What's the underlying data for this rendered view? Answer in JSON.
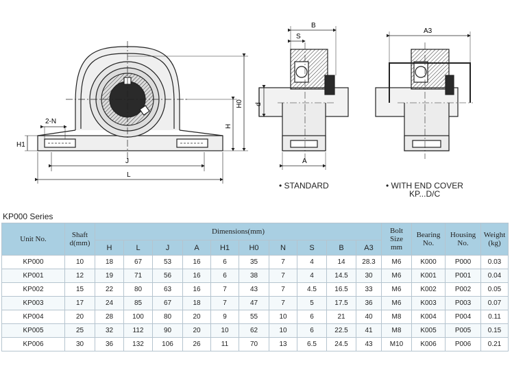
{
  "drawing_labels": {
    "two_n": "2-N",
    "h1": "H1",
    "j": "J",
    "l": "L",
    "h0": "H0",
    "h": "H",
    "b": "B",
    "s": "S",
    "d": "d",
    "a": "A",
    "a3": "A3"
  },
  "captions": {
    "standard": "• STANDARD",
    "with_cover_line1": "• WITH END COVER",
    "with_cover_line2": "KP...D/C"
  },
  "series_title": "KP000 Series",
  "table": {
    "headers": {
      "unit_no": "Unit No.",
      "shaft": "Shaft\nd(mm)",
      "dimensions": "Dimensions(mm)",
      "bolt_size": "Bolt\nSize\nmm",
      "bearing_no": "Bearing\nNo.",
      "housing_no": "Housing\nNo.",
      "weight": "Weight\n(kg)"
    },
    "dim_cols": [
      "H",
      "L",
      "J",
      "A",
      "H1",
      "H0",
      "N",
      "S",
      "B",
      "A3"
    ],
    "rows": [
      [
        "KP000",
        "10",
        "18",
        "67",
        "53",
        "16",
        "6",
        "35",
        "7",
        "4",
        "14",
        "28.3",
        "M6",
        "K000",
        "P000",
        "0.03"
      ],
      [
        "KP001",
        "12",
        "19",
        "71",
        "56",
        "16",
        "6",
        "38",
        "7",
        "4",
        "14.5",
        "30",
        "M6",
        "K001",
        "P001",
        "0.04"
      ],
      [
        "KP002",
        "15",
        "22",
        "80",
        "63",
        "16",
        "7",
        "43",
        "7",
        "4.5",
        "16.5",
        "33",
        "M6",
        "K002",
        "P002",
        "0.05"
      ],
      [
        "KP003",
        "17",
        "24",
        "85",
        "67",
        "18",
        "7",
        "47",
        "7",
        "5",
        "17.5",
        "36",
        "M6",
        "K003",
        "P003",
        "0.07"
      ],
      [
        "KP004",
        "20",
        "28",
        "100",
        "80",
        "20",
        "9",
        "55",
        "10",
        "6",
        "21",
        "40",
        "M8",
        "K004",
        "P004",
        "0.11"
      ],
      [
        "KP005",
        "25",
        "32",
        "112",
        "90",
        "20",
        "10",
        "62",
        "10",
        "6",
        "22.5",
        "41",
        "M8",
        "K005",
        "P005",
        "0.15"
      ],
      [
        "KP006",
        "30",
        "36",
        "132",
        "106",
        "26",
        "11",
        "70",
        "13",
        "6.5",
        "24.5",
        "43",
        "M10",
        "K006",
        "P006",
        "0.21"
      ]
    ]
  }
}
